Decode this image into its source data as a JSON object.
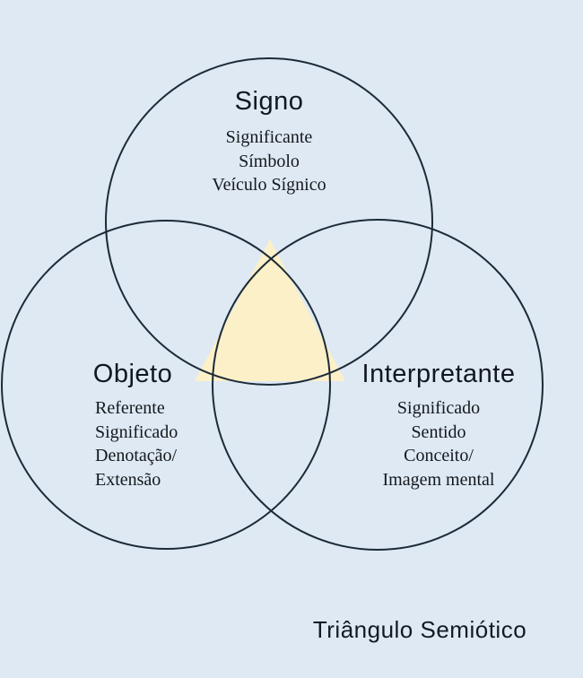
{
  "title": "Triângulo Semiótico",
  "colors": {
    "background": "#dee9f4",
    "circle_stroke": "#1c2b38",
    "triangle_fill": "#fcf0c8",
    "heading_text": "#111722",
    "body_text": "#15181c"
  },
  "circles": [
    {
      "id": "signo",
      "label": "Signo",
      "items": [
        "Significante",
        "Símbolo",
        "Veículo Sígnico"
      ]
    },
    {
      "id": "objeto",
      "label": "Objeto",
      "items": [
        "Referente",
        "Significado",
        "Denotação/",
        "Extensão"
      ]
    },
    {
      "id": "interpretante",
      "label": "Interpretante",
      "items": [
        "Significado",
        "Sentido",
        "Conceito/",
        "Imagem mental"
      ]
    }
  ]
}
